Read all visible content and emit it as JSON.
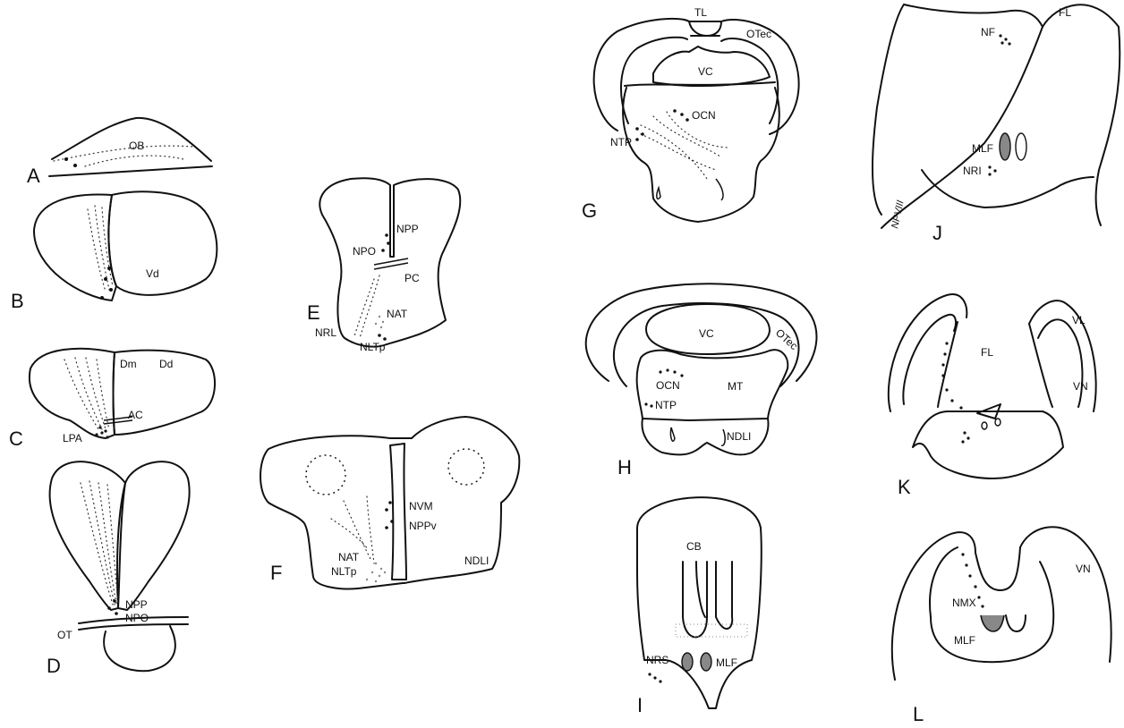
{
  "panels": {
    "A": {
      "letter": "A",
      "labels": [
        "OB"
      ]
    },
    "B": {
      "letter": "B",
      "labels": [
        "Vd"
      ]
    },
    "C": {
      "letter": "C",
      "labels": [
        "Dm",
        "Dd",
        "AC",
        "LPA"
      ]
    },
    "D": {
      "letter": "D",
      "labels": [
        "NPP",
        "NPO",
        "OT"
      ]
    },
    "E": {
      "letter": "E",
      "labels": [
        "NPP",
        "NPO",
        "PC",
        "NRL",
        "NAT",
        "NLTp"
      ]
    },
    "F": {
      "letter": "F",
      "labels": [
        "NVM",
        "NPPv",
        "NAT",
        "NLTp",
        "NDLI"
      ]
    },
    "G": {
      "letter": "G",
      "labels": [
        "TL",
        "OTec",
        "VC",
        "OCN",
        "NTP"
      ]
    },
    "H": {
      "letter": "H",
      "labels": [
        "OTec",
        "VC",
        "OCN",
        "MT",
        "NTP",
        "NDLI"
      ]
    },
    "I": {
      "letter": "I",
      "labels": [
        "CB",
        "NRS",
        "MLF"
      ]
    },
    "J": {
      "letter": "J",
      "labels": [
        "NF",
        "FL",
        "MLF",
        "NRI",
        "NPVIII"
      ]
    },
    "K": {
      "letter": "K",
      "labels": [
        "VL",
        "FL",
        "VN"
      ]
    },
    "L": {
      "letter": "L",
      "labels": [
        "VN",
        "NMX",
        "MLF"
      ]
    }
  }
}
